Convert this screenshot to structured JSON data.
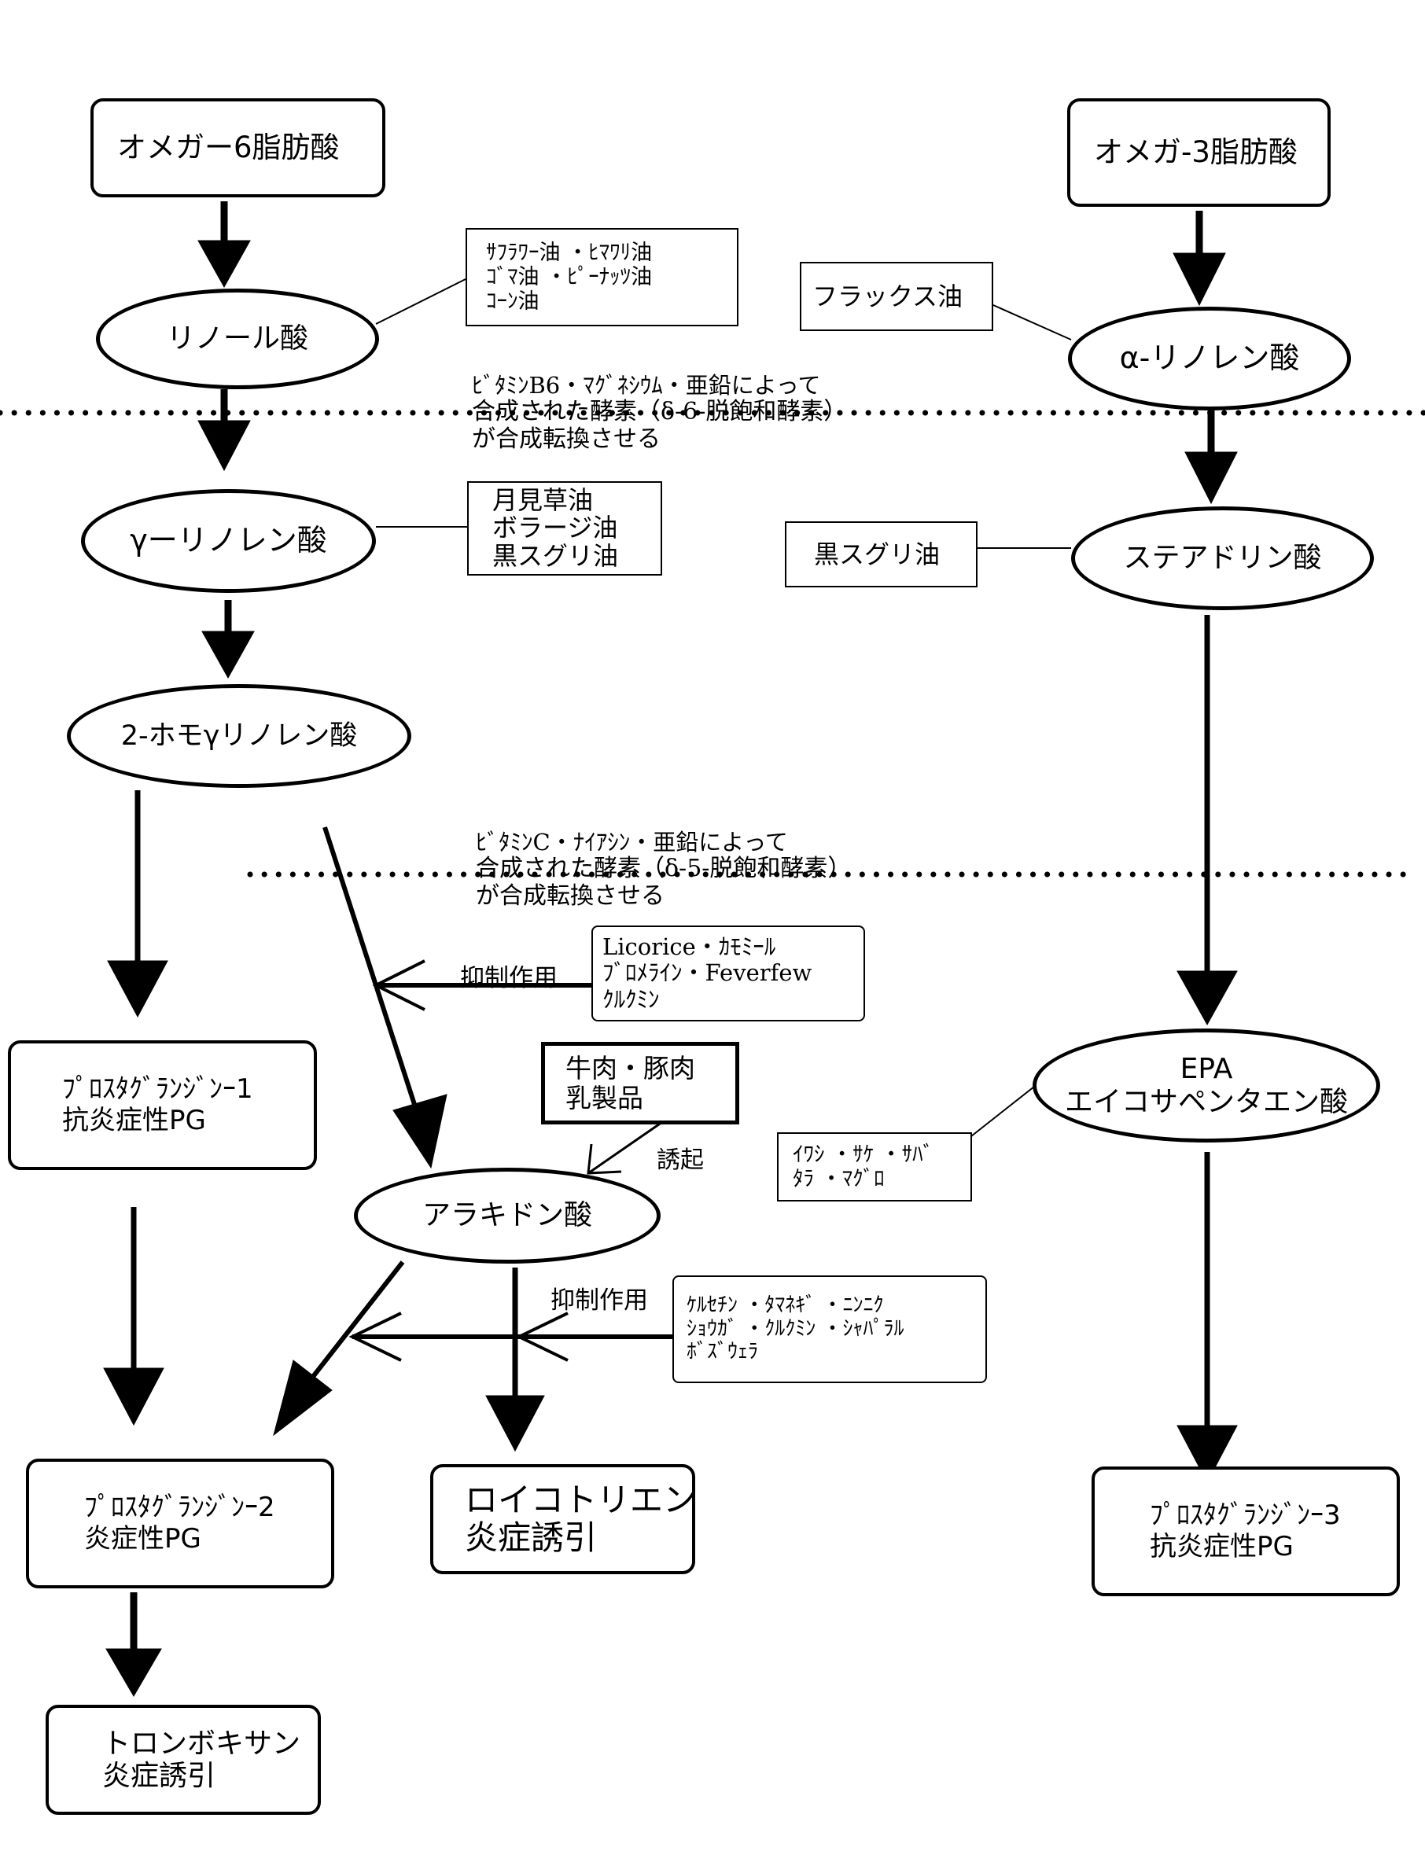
{
  "nodes": {
    "omega6": "オメガー6脂肪酸",
    "omega3": "オメガ-3脂肪酸",
    "linoleic": "リノール酸",
    "alpha_linolenic": "α-リノレン酸",
    "gamma_linolenic": "γーリノレン酸",
    "stearidonic": "ステアドリン酸",
    "dihomo_gamma": "2-ホモγリノレン酸",
    "arachidonic": "アラキドン酸",
    "epa": [
      "EPA",
      "エイコサペンタエン酸"
    ],
    "pg1": [
      "ﾌﾟﾛｽﾀｸﾞﾗﾝｼﾞﾝｰ1",
      "抗炎症性PG"
    ],
    "pg2": [
      "ﾌﾟﾛｽﾀｸﾞﾗﾝｼﾞﾝｰ2",
      "炎症性PG"
    ],
    "pg3": [
      "ﾌﾟﾛｽﾀｸﾞﾗﾝｼﾞﾝｰ3",
      "抗炎症性PG"
    ],
    "leukotriene": [
      "ロイコトリエン",
      "炎症誘引"
    ],
    "thromboxane": [
      "トロンボキサン",
      "炎症誘引"
    ]
  },
  "sources": {
    "linoleic_oils": [
      "ｻﾌﾗﾜｰ油 ・ﾋﾏﾜﾘ油",
      "ｺﾞﾏ油 ・ﾋﾟｰﾅｯﾂ油",
      "ｺｰﾝ油"
    ],
    "flax": [
      "フラックス油"
    ],
    "gamma_oils": [
      "月見草油",
      "ボラージ油",
      "黒スグリ油"
    ],
    "blackcurrant": [
      "黒スグリ油"
    ],
    "inhibitor1": [
      "Licorice・ｶﾓﾐｰﾙ",
      "ﾌﾞﾛﾒﾗｲﾝ・Feverfew",
      "ｸﾙｸﾐﾝ"
    ],
    "meat": [
      "牛肉・豚肉",
      "乳製品"
    ],
    "fish": [
      "ｲﾜｼ ・ｻｹ ・ｻﾊﾞ",
      "ﾀﾗ ・ﾏｸﾞﾛ"
    ],
    "inhibitor2": [
      "ｹﾙｾﾁﾝ ・ﾀﾏﾈｷﾞ ・ﾆﾝﾆｸ",
      "ｼｮｳｶﾞ ・ｸﾙｸﾐﾝ ・ｼｬﾊﾟﾗﾙ",
      "ﾎﾞｽﾞｳｪﾗ"
    ]
  },
  "notes": {
    "delta6": [
      "ﾋﾞﾀﾐﾝB6・ﾏｸﾞﾈｼｳﾑ・亜鉛によって",
      "合成された酵素（δ-6-脱飽和酵素）",
      "が合成転換させる"
    ],
    "delta5": [
      "ﾋﾞﾀﾐﾝC・ﾅｲｱｼﾝ・亜鉛によって",
      "合成された酵素（δ-5-脱飽和酵素）",
      "が合成転換させる"
    ]
  },
  "labels": {
    "inhibit1": "抑制作用",
    "inhibit2": "抑制作用",
    "induce": "誘起"
  }
}
